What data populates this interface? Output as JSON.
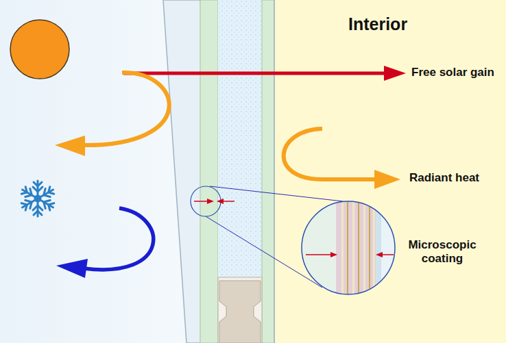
{
  "diagram": {
    "labels": [
      "Interior",
      "Free solar gain",
      "Radiant heat",
      "Microscopic coating"
    ]
  }
}
